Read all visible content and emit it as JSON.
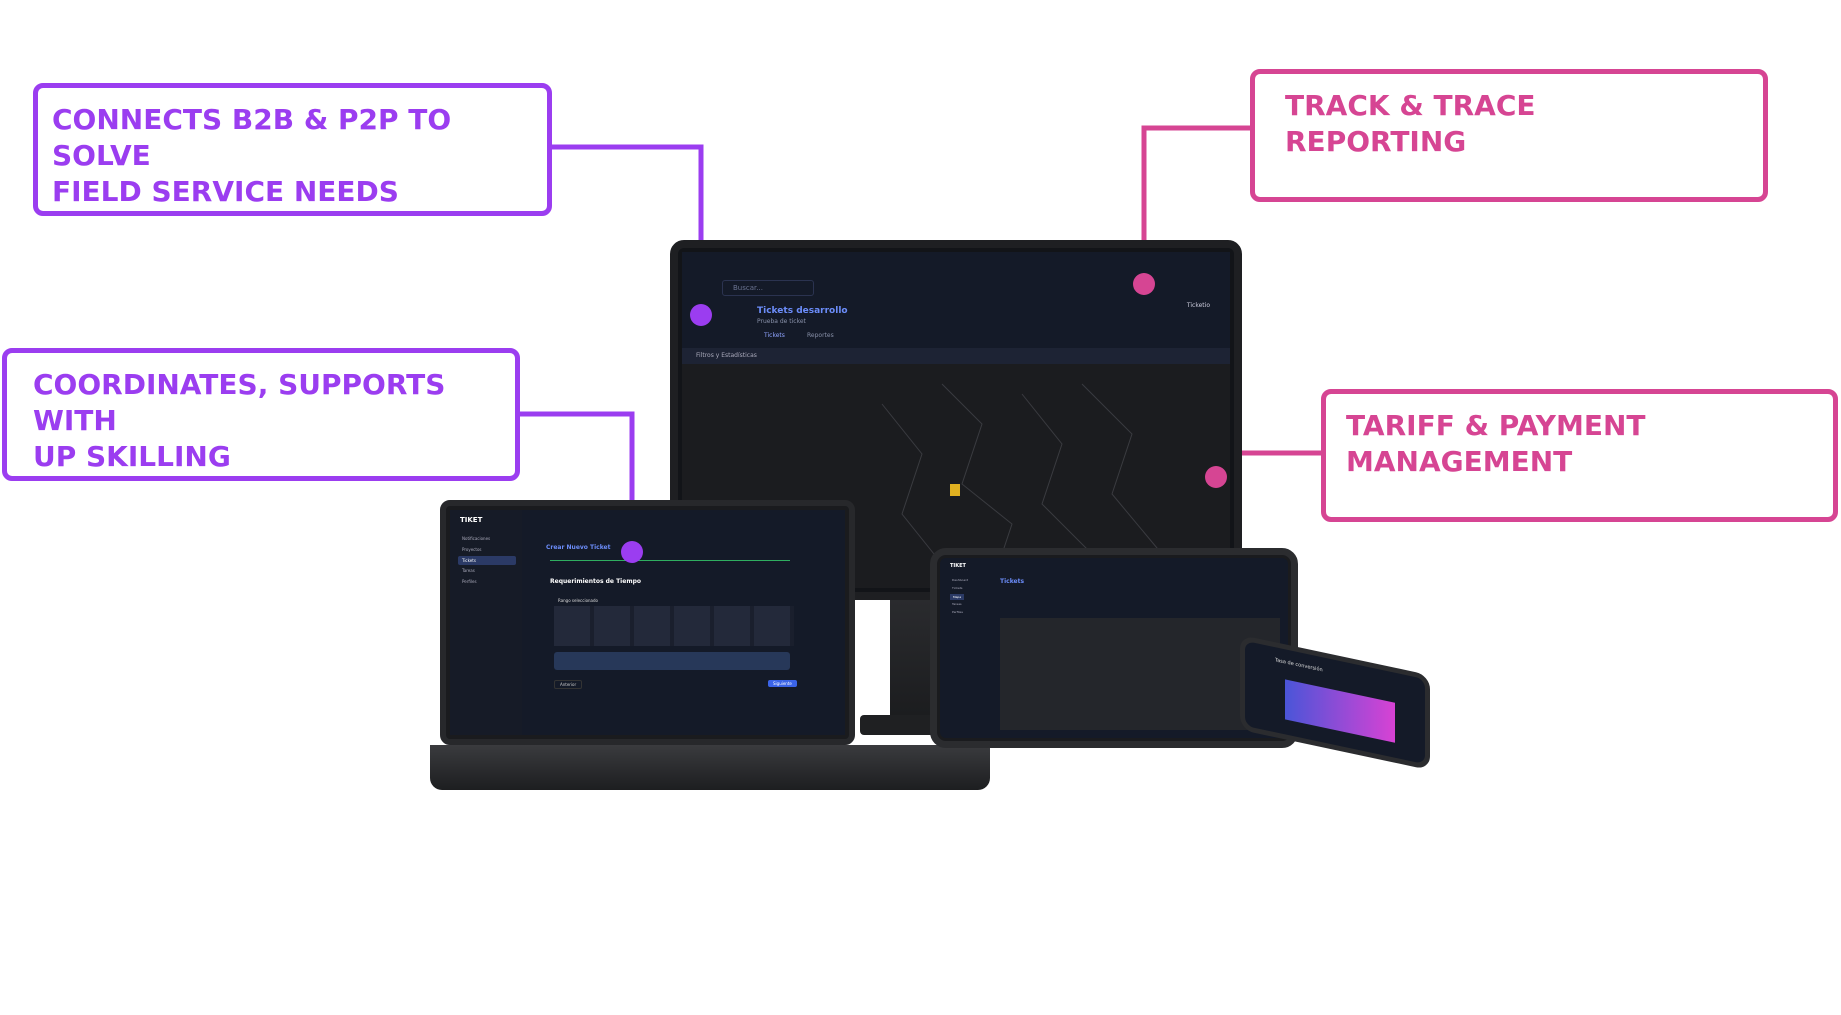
{
  "callouts": {
    "b2b": {
      "line1": "CONNECTS B2B & P2P TO SOLVE",
      "line2": "FIELD SERVICE NEEDS",
      "color": "#9b3df0"
    },
    "skilling": {
      "line1": "COORDINATES, SUPPORTS WITH",
      "line2": "UP SKILLING",
      "color": "#9b3df0"
    },
    "track": {
      "line1": "TRACK & TRACE",
      "line2": "REPORTING",
      "color": "#d64593"
    },
    "tariff": {
      "line1": "TARIFF & PAYMENT",
      "line2": "MANAGEMENT",
      "color": "#d64593"
    }
  },
  "monitor": {
    "search_placeholder": "Buscar...",
    "title": "Tickets desarrollo",
    "subtitle": "Prueba de ticket",
    "tab_tickets": "Tickets",
    "tab_reports": "Reportes",
    "filters": "Filtros y Estadísticas",
    "user": "Ticketio"
  },
  "laptop": {
    "logo": "TIKET",
    "nav": [
      "Notificaciones",
      "Proyectos",
      "Tickets",
      "Tareas",
      "Perfiles"
    ],
    "heading": "Crear Nuevo Ticket",
    "section": "Requerimientos de Tiempo",
    "range": "Rango seleccionado",
    "back": "Anterior",
    "next": "Siguiente"
  },
  "tablet": {
    "logo": "TIKET",
    "title": "Tickets",
    "nav": [
      "Dashboard",
      "Tickets",
      "Mapa",
      "Tareas",
      "Perfiles"
    ]
  },
  "phone": {
    "title": "Tasa de conversión"
  }
}
